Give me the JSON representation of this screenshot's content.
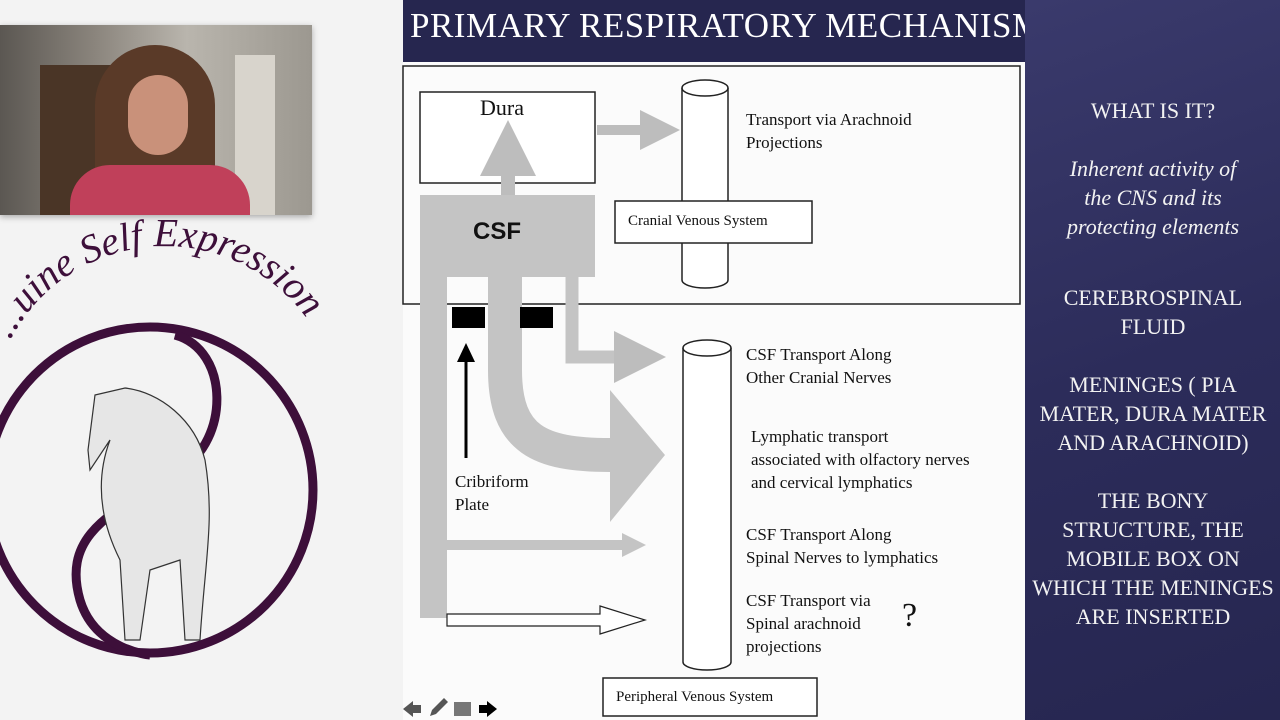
{
  "slide": {
    "title": "PRIMARY RESPIRATORY MECHANISM"
  },
  "logo": {
    "text": "...uine Self Expression",
    "brand_color": "#3d0f3a"
  },
  "diagram": {
    "dura": "Dura",
    "csf": "CSF",
    "transport_arachnoid": "Transport via Arachnoid\nProjections",
    "cranial_venous": "Cranial Venous System",
    "csf_cranial_nerves": "CSF Transport Along\nOther Cranial Nerves",
    "lymphatic": "Lymphatic transport\nassociated with olfactory nerves\nand cervical lymphatics",
    "cribriform": "Cribriform\nPlate",
    "csf_spinal_nerves": "CSF Transport Along\nSpinal Nerves to lymphatics",
    "csf_spinal_arachnoid": "CSF Transport via\nSpinal arachnoid\nprojections",
    "question": "?",
    "peripheral_venous": "Peripheral Venous System"
  },
  "right_panel": {
    "heading": "WHAT IS IT?",
    "definition": "Inherent activity of\nthe CNS and its\nprotecting elements",
    "item1": "CEREBROSPINAL\nFLUID",
    "item2": "MENINGES ( PIA\nMATER, DURA MATER\nAND ARACHNOID)",
    "item3": "THE BONY\nSTRUCTURE, THE\nMOBILE BOX ON\nWHICH THE MENINGES\nARE INSERTED"
  },
  "colors": {
    "title_bar": "#26264f",
    "panel": "#2c2c5a",
    "arrow_gray": "#bdbdbd"
  }
}
